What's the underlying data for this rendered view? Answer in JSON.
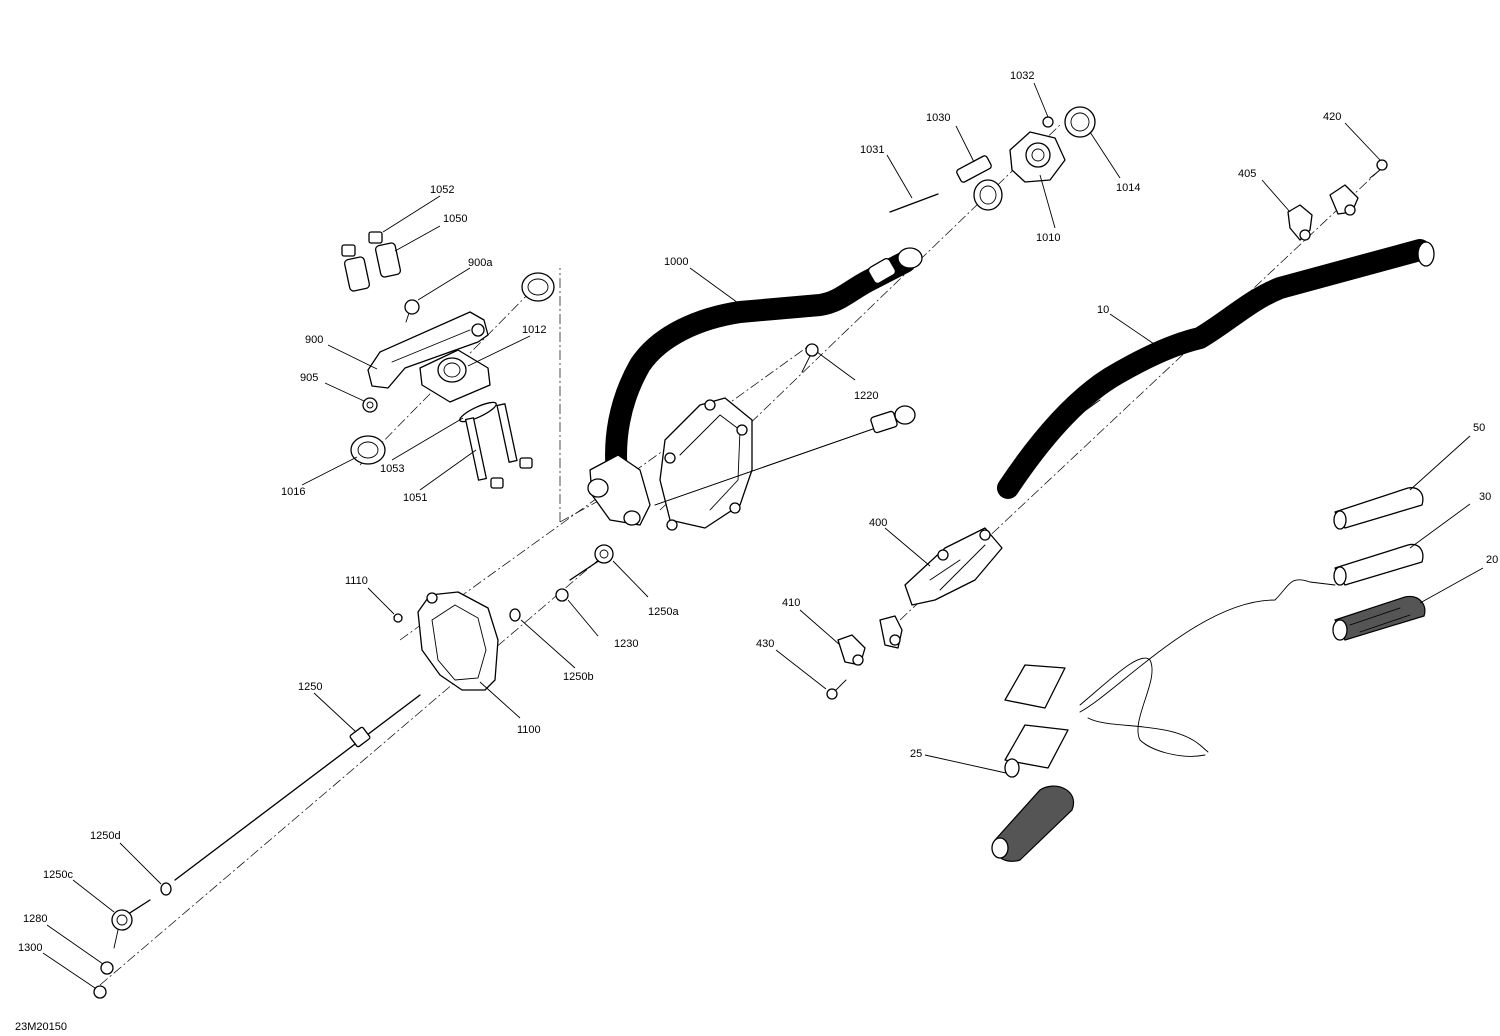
{
  "drawing_code": "23M20150",
  "callouts": [
    {
      "id": "1032",
      "text": "1032"
    },
    {
      "id": "1030",
      "text": "1030"
    },
    {
      "id": "1031",
      "text": "1031"
    },
    {
      "id": "1014",
      "text": "1014"
    },
    {
      "id": "1010",
      "text": "1010"
    },
    {
      "id": "420",
      "text": "420"
    },
    {
      "id": "405",
      "text": "405"
    },
    {
      "id": "1052",
      "text": "1052"
    },
    {
      "id": "1050",
      "text": "1050"
    },
    {
      "id": "900a",
      "text": "900a"
    },
    {
      "id": "1000",
      "text": "1000"
    },
    {
      "id": "1012",
      "text": "1012"
    },
    {
      "id": "900",
      "text": "900"
    },
    {
      "id": "905",
      "text": "905"
    },
    {
      "id": "10",
      "text": "10"
    },
    {
      "id": "1220",
      "text": "1220"
    },
    {
      "id": "1016",
      "text": "1016"
    },
    {
      "id": "1053",
      "text": "1053"
    },
    {
      "id": "1051",
      "text": "1051"
    },
    {
      "id": "50",
      "text": "50"
    },
    {
      "id": "30",
      "text": "30"
    },
    {
      "id": "400",
      "text": "400"
    },
    {
      "id": "20",
      "text": "20"
    },
    {
      "id": "1110",
      "text": "1110"
    },
    {
      "id": "1250a",
      "text": "1250a"
    },
    {
      "id": "410",
      "text": "410"
    },
    {
      "id": "1230",
      "text": "1230"
    },
    {
      "id": "430",
      "text": "430"
    },
    {
      "id": "1250b",
      "text": "1250b"
    },
    {
      "id": "1250",
      "text": "1250"
    },
    {
      "id": "1100",
      "text": "1100"
    },
    {
      "id": "25",
      "text": "25"
    },
    {
      "id": "1250d",
      "text": "1250d"
    },
    {
      "id": "1250c",
      "text": "1250c"
    },
    {
      "id": "1280",
      "text": "1280"
    },
    {
      "id": "1300",
      "text": "1300"
    }
  ]
}
